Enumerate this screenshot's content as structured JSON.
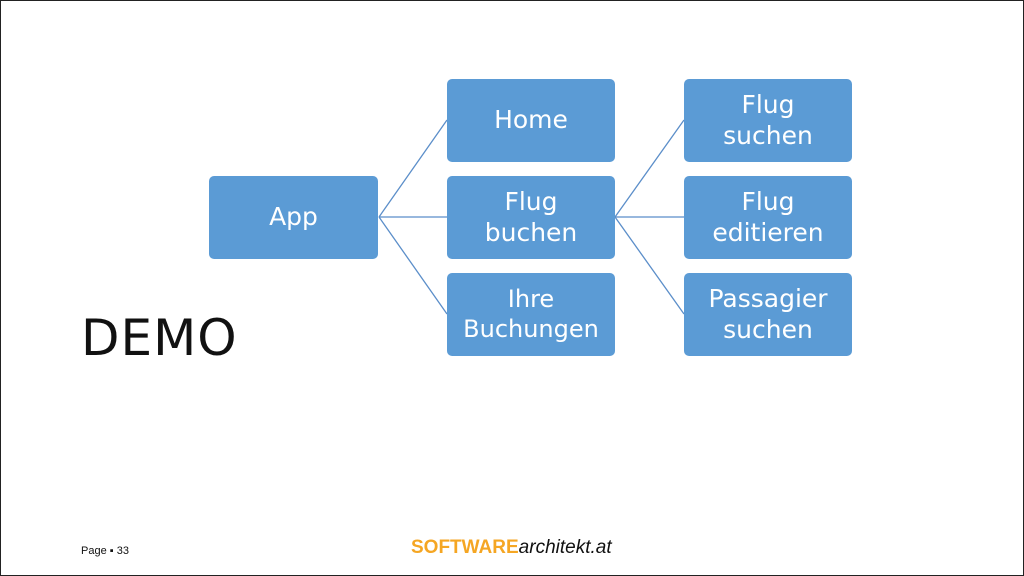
{
  "diagram": {
    "root": {
      "label": "App"
    },
    "level1": [
      {
        "label": "Home"
      },
      {
        "label": "Flug buchen"
      },
      {
        "label": "Ihre Buchungen"
      }
    ],
    "level2": [
      {
        "label": "Flug suchen"
      },
      {
        "label": "Flug editieren"
      },
      {
        "label": "Passagier suchen"
      }
    ],
    "colors": {
      "box_fill": "#5b9bd5",
      "box_text": "#ffffff",
      "connector": "#5b8ec9"
    }
  },
  "slide": {
    "title": "DEMO",
    "footer_page": "Page ▪ 33",
    "brand_software": "SOFTWARE",
    "brand_rest": "architekt.at",
    "brand_color": "#f5a623"
  }
}
